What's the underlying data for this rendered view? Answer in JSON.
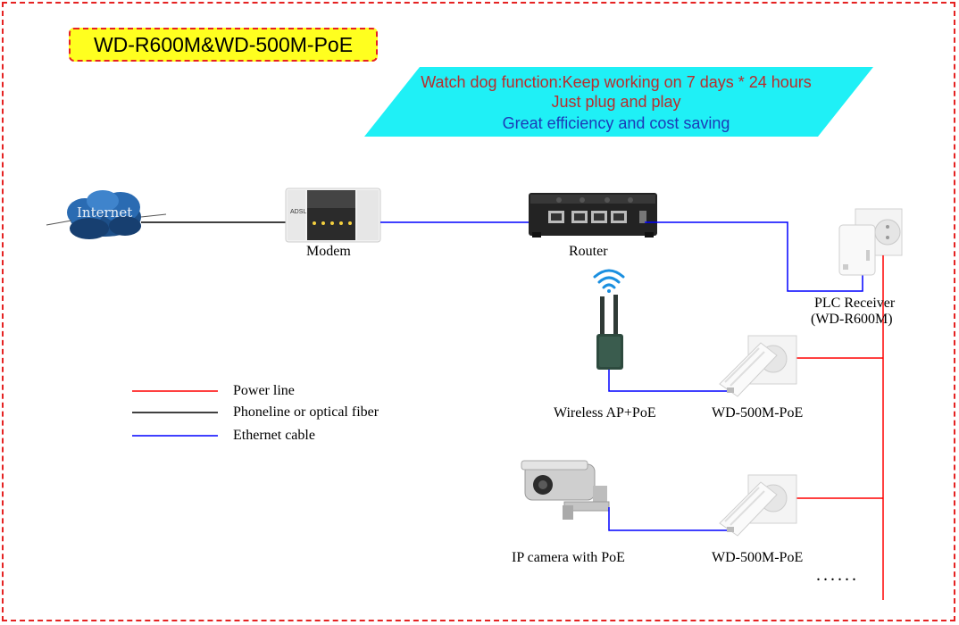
{
  "title": "WD-R600M&WD-500M-PoE",
  "banner": {
    "line1": "Watch dog function:Keep working on 7 days * 24 hours",
    "line2": "Just plug and play",
    "line3": "Great efficiency and cost saving"
  },
  "nodes": {
    "internet": "Internet",
    "modem": "Modem",
    "modem_badge": "ADSL",
    "router": "Router",
    "plc_receiver_line1": "PLC Receiver",
    "plc_receiver_line2": "(WD-R600M)",
    "wireless_ap": "Wireless AP+PoE",
    "adapter_1": "WD-500M-PoE",
    "ip_camera": "IP camera with PoE",
    "adapter_2": "WD-500M-PoE",
    "ellipsis": "......"
  },
  "legend": [
    {
      "label": "Power line",
      "color": "#ff0000"
    },
    {
      "label": "Phoneline or optical fiber",
      "color": "#000000"
    },
    {
      "label": "Ethernet cable",
      "color": "#0000ff"
    }
  ],
  "colors": {
    "frame": "#e52222",
    "title_bg": "#ffff1f",
    "banner_bg": "#1ff0f6",
    "banner_red": "#b82d2d",
    "banner_blue": "#1c3ab8",
    "power": "#ff0000",
    "ethernet": "#0000ff",
    "phone": "#000000"
  }
}
